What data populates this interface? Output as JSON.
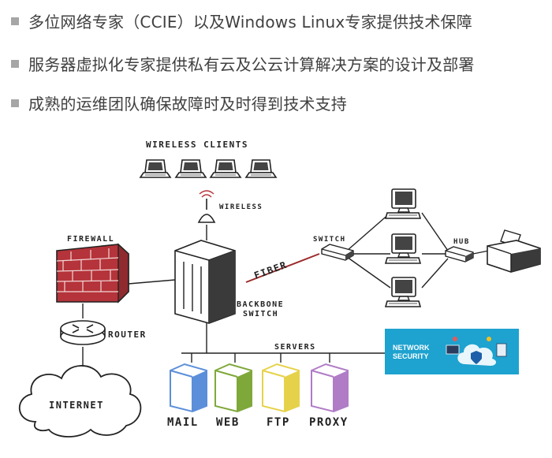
{
  "bullets": [
    {
      "text": "多位网络专家（CCIE）以及Windows Linux专家提供技术保障"
    },
    {
      "text": "服务器虚拟化专家提供私有云及公云计算解决方案的设计及部署"
    },
    {
      "text": "成熟的运维团队确保故障时及时得到技术支持"
    }
  ],
  "diagram": {
    "labels": {
      "wireless_clients": "WIRELESS CLIENTS",
      "wireless": "WIRELESS",
      "firewall": "FIREWALL",
      "router": "ROUTER",
      "internet": "INTERNET",
      "backbone1": "BACKBONE",
      "backbone2": "SWITCH",
      "fiber": "FIBER",
      "switch": "SWITCH",
      "hub": "HUB",
      "servers": "SERVERS"
    },
    "servers": [
      {
        "label": "MAIL",
        "color": "#5b8fd9"
      },
      {
        "label": "WEB",
        "color": "#7fa83a"
      },
      {
        "label": "FTP",
        "color": "#e6d24a"
      },
      {
        "label": "PROXY",
        "color": "#b07cc6"
      }
    ],
    "security_badge": {
      "line1": "NETWORK",
      "line2": "SECURITY",
      "bg": "#1ea2cf"
    },
    "firewall_color": "#b5333a",
    "fiber_color": "#9c2a2a"
  }
}
